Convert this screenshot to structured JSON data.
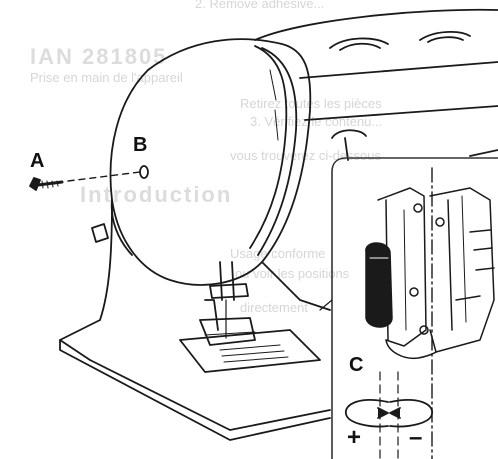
{
  "illustration": {
    "callouts": {
      "a": "A",
      "b": "B",
      "c": "C"
    },
    "adjustment_signs": {
      "plus": "+",
      "minus": "–"
    }
  },
  "bleed_through_text": [
    "2. Remove adhesive...",
    "IAN 281805",
    "Prise en main de l'appareil",
    "Retirez toutes les pièces",
    "3. Vérifiez le contenu...",
    "vous trouverez ci-dessous",
    "Introduction",
    "Usage conforme",
    "ou voir les positions",
    "directement"
  ],
  "colors": {
    "line": "#1a1a1a",
    "ghost_text": "#d6d6d6",
    "inset_border": "#333333"
  }
}
